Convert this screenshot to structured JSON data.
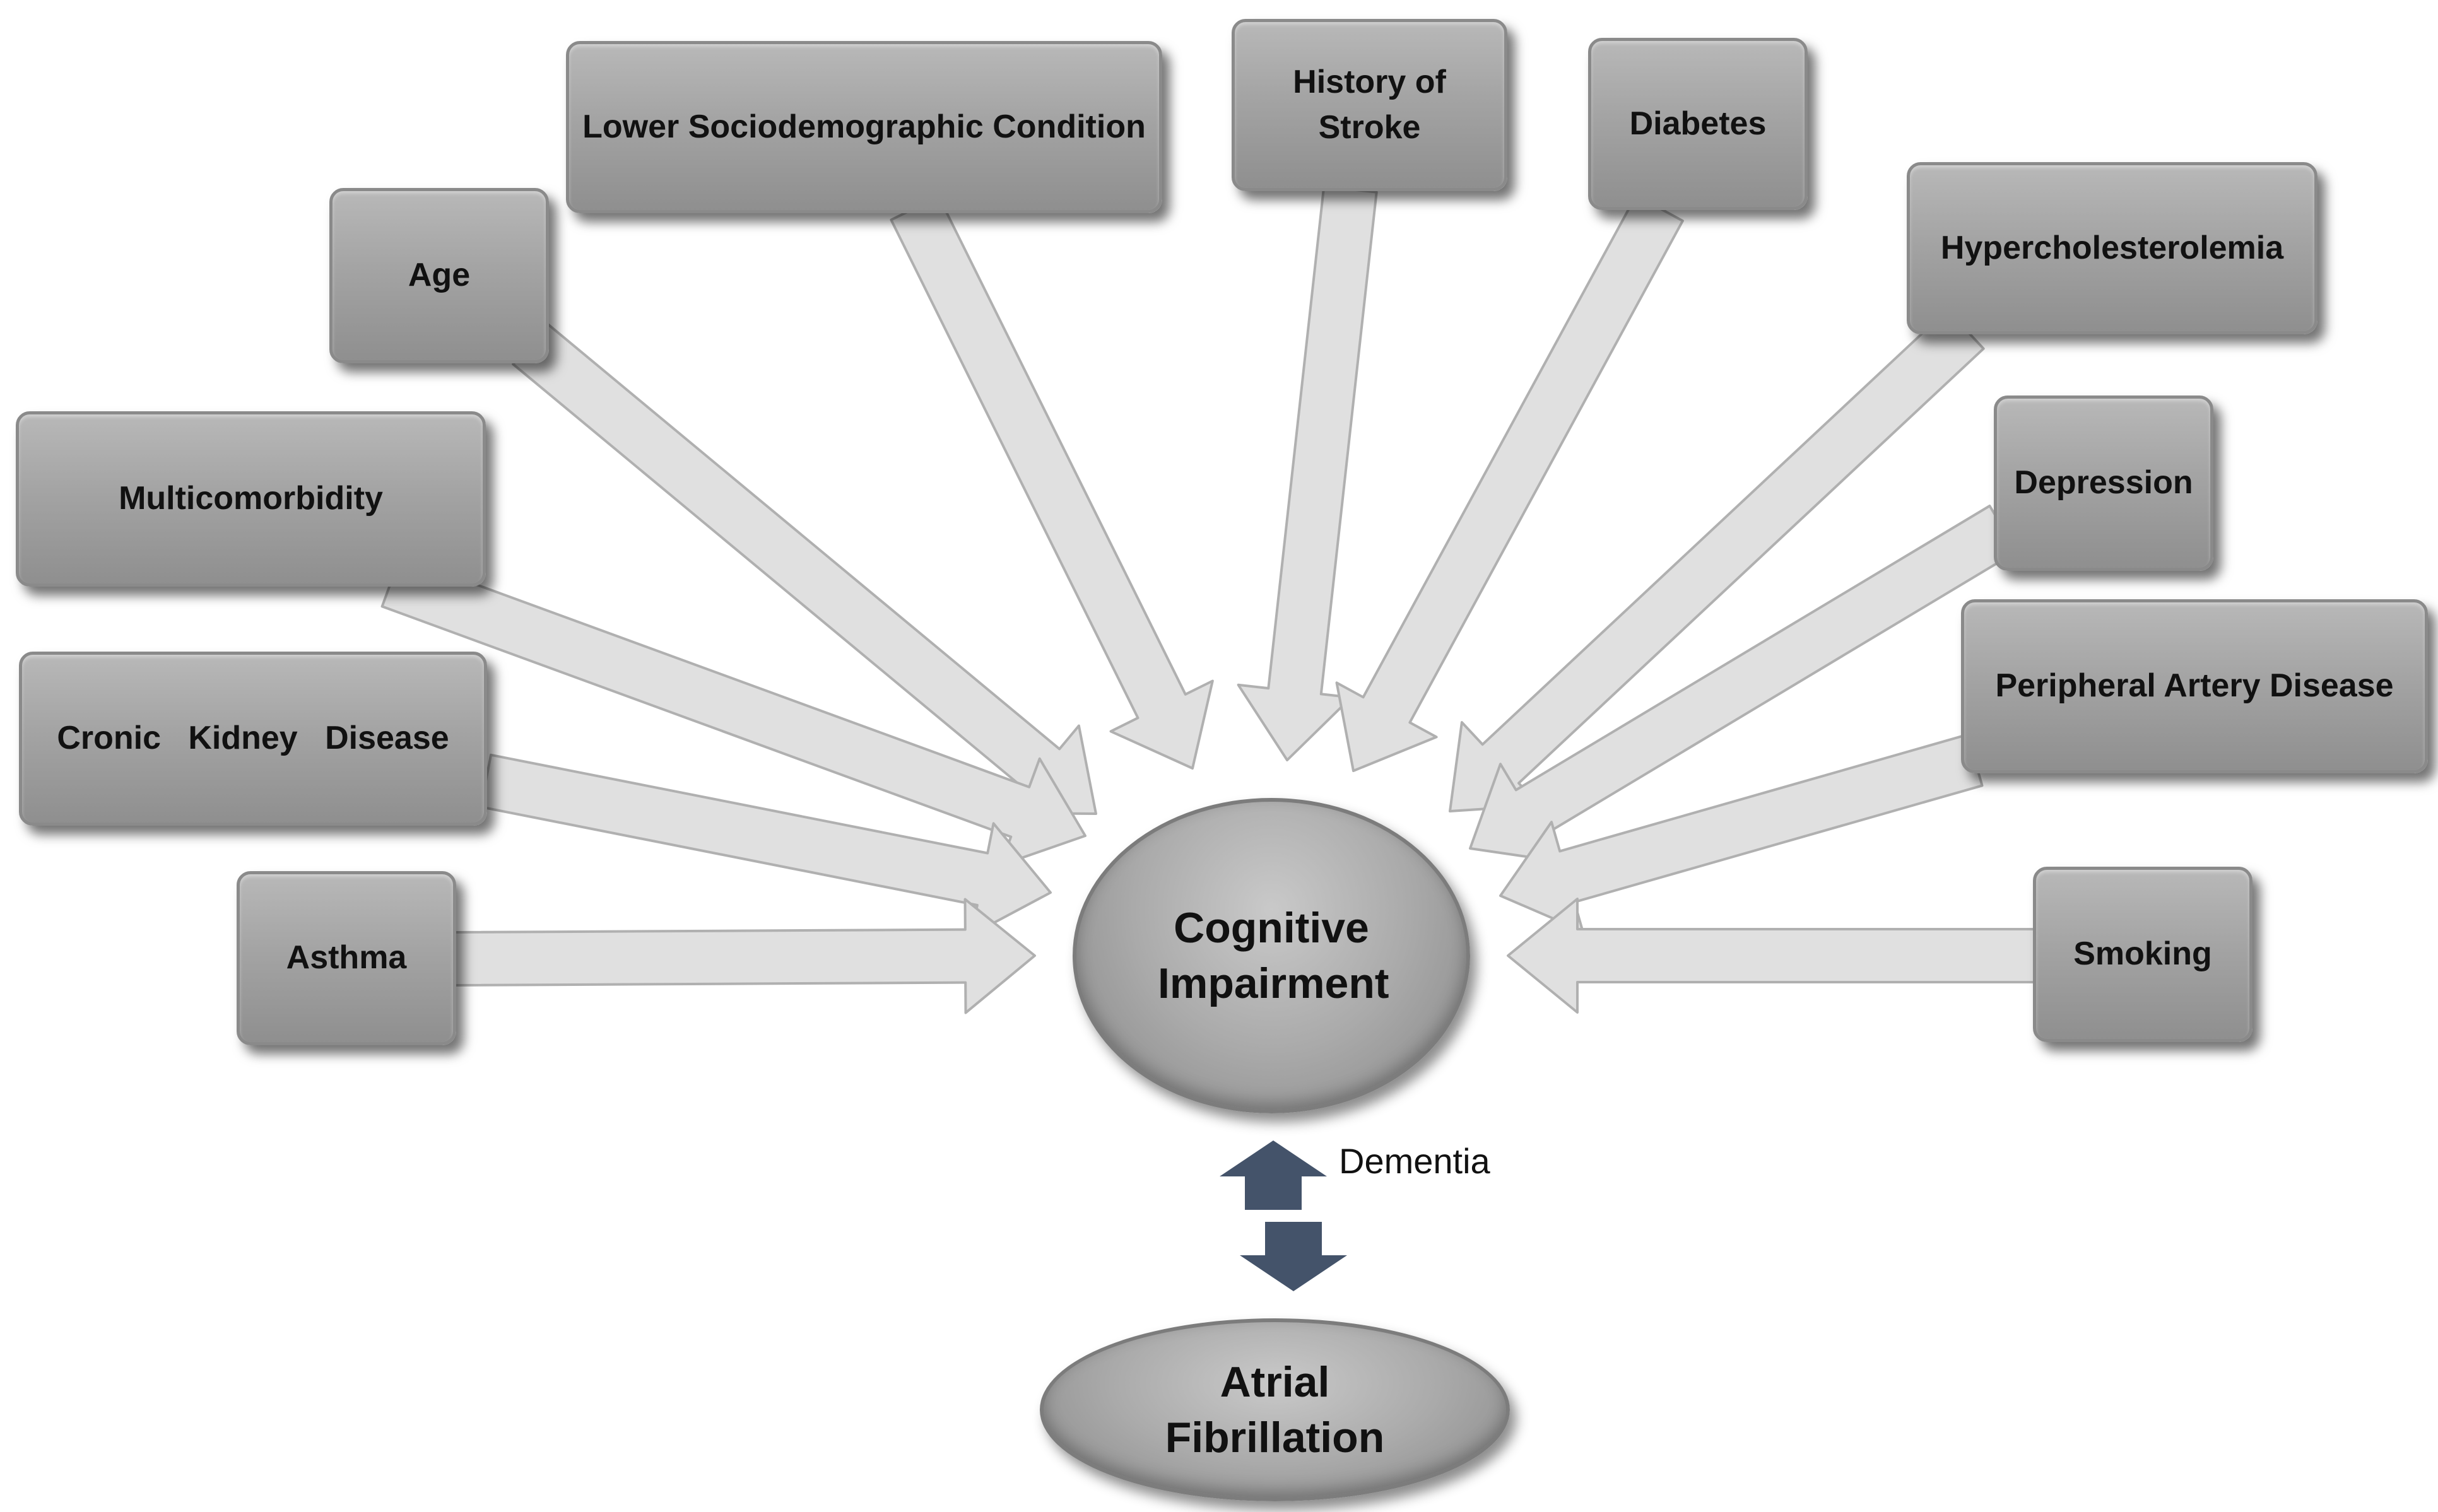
{
  "center": {
    "label": "Cognitive Impairment"
  },
  "bottom": {
    "label": "Atrial Fibrillation"
  },
  "link_label": "Dementia",
  "factors": [
    {
      "id": "lower-sociodemographic",
      "label": "Lower Sociodemographic Condition"
    },
    {
      "id": "history-of-stroke",
      "label": "History of Stroke"
    },
    {
      "id": "diabetes",
      "label": "Diabetes"
    },
    {
      "id": "age",
      "label": "Age"
    },
    {
      "id": "hypercholesterolemia",
      "label": "Hypercholesterolemia"
    },
    {
      "id": "multicomorbidity",
      "label": "Multicomorbidity"
    },
    {
      "id": "depression",
      "label": "Depression"
    },
    {
      "id": "cronic-kidney-disease",
      "label": "Cronic   Kidney   Disease"
    },
    {
      "id": "peripheral-artery-disease",
      "label": "Peripheral Artery Disease"
    },
    {
      "id": "asthma",
      "label": "Asthma"
    },
    {
      "id": "smoking",
      "label": "Smoking"
    }
  ],
  "colors": {
    "arrow_fill": "#e0e0e0",
    "arrow_stroke": "#b0b0b0",
    "box_fill": "#a8a8a8",
    "dementia_arrow": "#44536a"
  }
}
